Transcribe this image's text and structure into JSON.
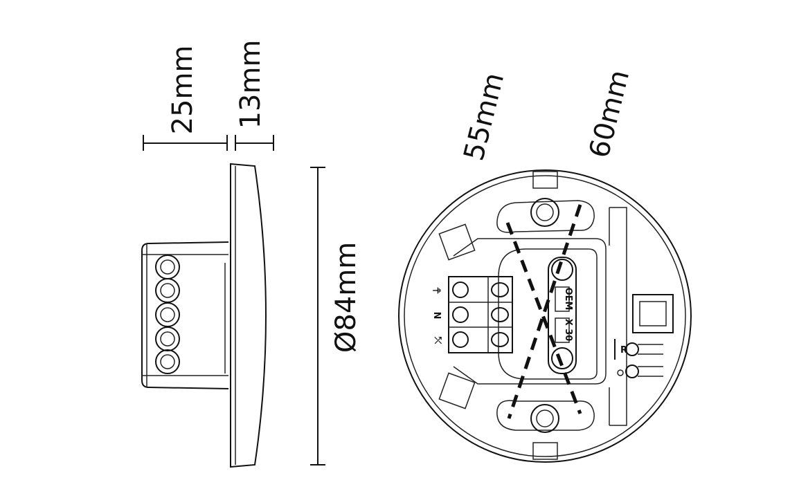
{
  "dimensions": {
    "depth_total": "25mm",
    "depth_front": "13mm",
    "fixing_a": "55mm",
    "fixing_b": "60mm",
    "diameter": "Ø84mm"
  },
  "terminals": {
    "earth": "⏚",
    "neutral": "N",
    "load": "⤯"
  },
  "labels": {
    "plate_top": "OEM",
    "plate_bottom": "X 30",
    "r_label": "R"
  }
}
